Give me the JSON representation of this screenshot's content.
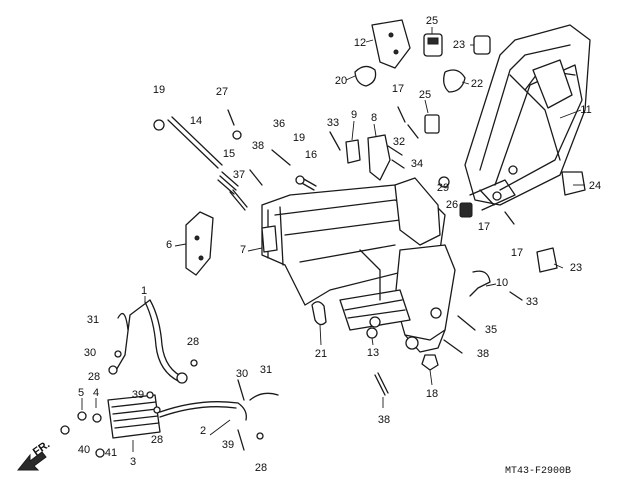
{
  "diagram": {
    "code": "MT43-F2900B",
    "direction_label": "FR.",
    "callouts": [
      "1",
      "2",
      "3",
      "4",
      "5",
      "6",
      "7",
      "8",
      "9",
      "10",
      "11",
      "12",
      "13",
      "14",
      "15",
      "16",
      "17",
      "17",
      "17",
      "18",
      "19",
      "19",
      "20",
      "21",
      "22",
      "23",
      "23",
      "24",
      "25",
      "25",
      "26",
      "27",
      "28",
      "28",
      "28",
      "28",
      "29",
      "30",
      "30",
      "31",
      "31",
      "32",
      "33",
      "33",
      "34",
      "35",
      "36",
      "37",
      "38",
      "38",
      "38",
      "39",
      "39",
      "40",
      "41"
    ]
  }
}
